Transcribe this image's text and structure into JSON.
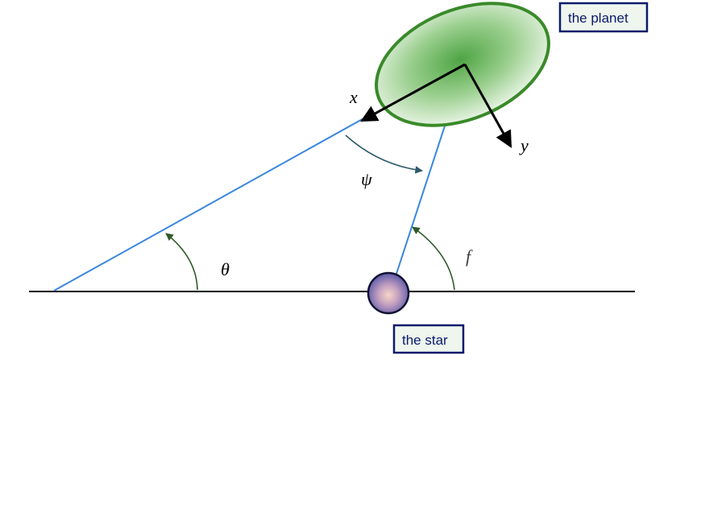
{
  "labels": {
    "planet": "the planet",
    "star": "the star",
    "x_axis": "x",
    "y_axis": "y",
    "psi": "ψ",
    "theta": "θ",
    "f": "f"
  },
  "colors": {
    "line_blue": "#3a86e0",
    "planet_fill": "#9fd08c",
    "planet_stroke": "#3a8a2a",
    "star_fill": "#7a78c0",
    "star_stroke": "#111133",
    "label_box_fill": "#eef6ee",
    "label_box_stroke": "#0a1a6b",
    "angle_arrow": "#2f5a2a",
    "psi_arrow": "#2f5a6a"
  }
}
